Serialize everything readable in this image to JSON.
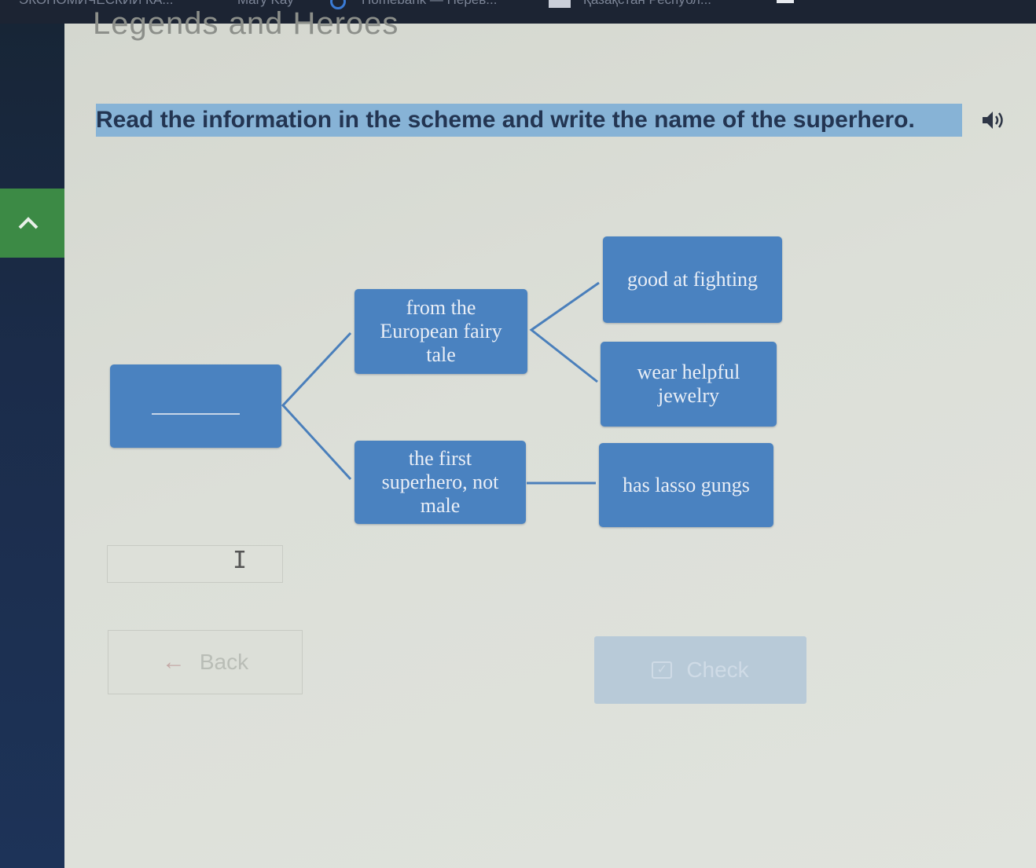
{
  "browser": {
    "bookmarks": [
      "ЭКОНОМИЧЕСКИЙ КА...",
      "Mary Kay",
      "Homebank — Перев...",
      "Қазақстан Республ..."
    ]
  },
  "page": {
    "title": "Legends and Heroes",
    "instruction": "Read the information in the scheme and write the name of the superhero."
  },
  "scheme": {
    "branch_top": "from the European fairy tale",
    "branch_bottom": "the first superhero, not male",
    "leaf_top": "good at fighting",
    "leaf_middle": "wear helpful jewelry",
    "leaf_bottom": "has lasso gungs"
  },
  "answer": {
    "value": "",
    "placeholder": ""
  },
  "buttons": {
    "back_label": "Back",
    "check_label": "Check"
  },
  "colors": {
    "box": "#4a82c0",
    "instruction_highlight": "#87b3d6",
    "sidebar_accent": "#3c8a45"
  },
  "icons": {
    "speaker": "speaker-icon",
    "back": "arrow-left-icon",
    "check": "check-icon",
    "collapse": "chevron-up-icon"
  }
}
